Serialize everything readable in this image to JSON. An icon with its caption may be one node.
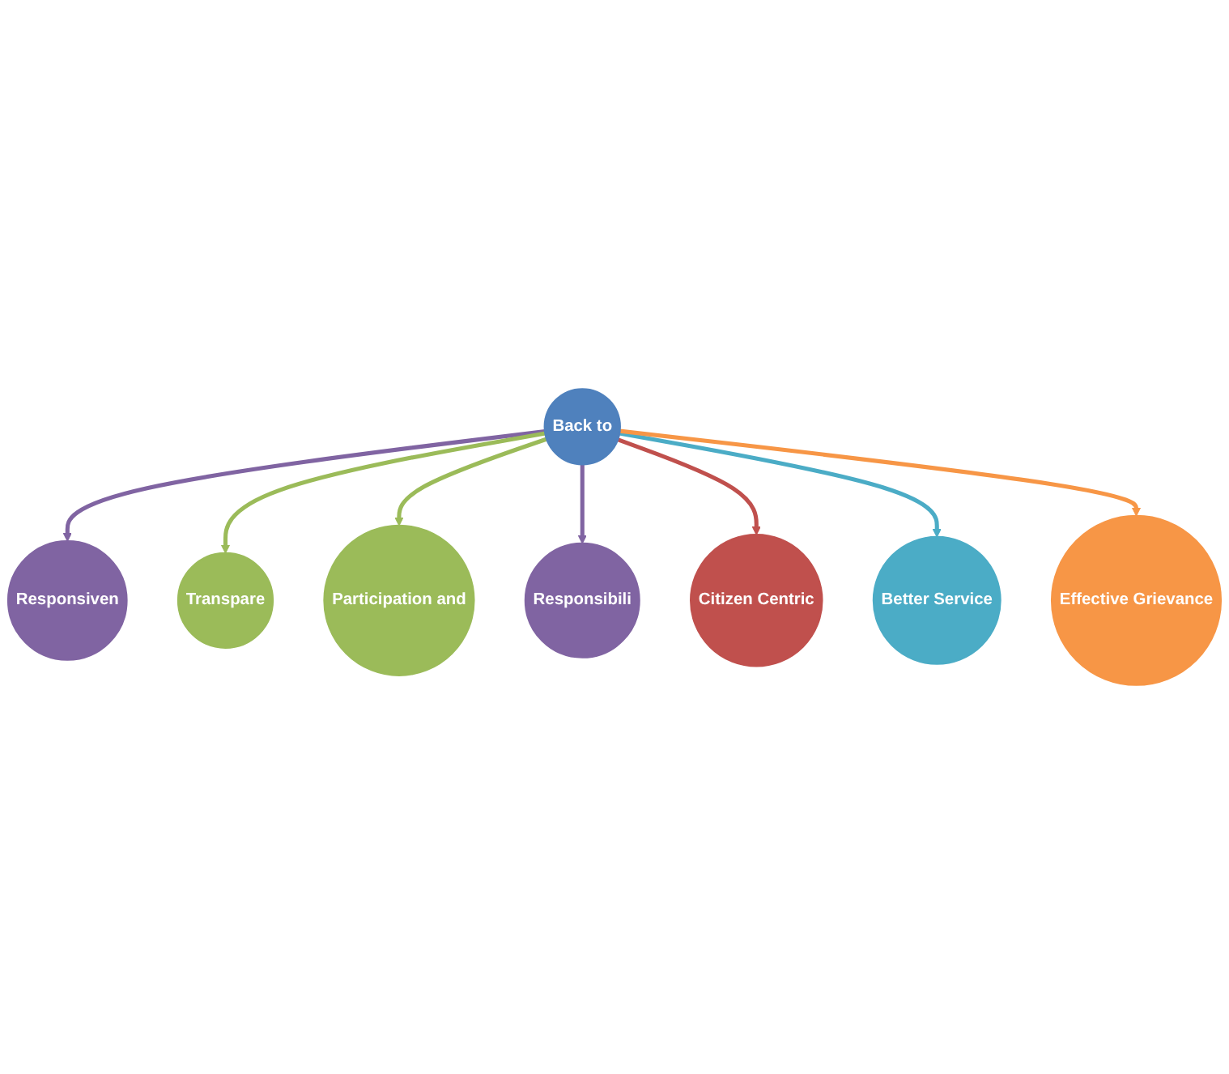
{
  "diagram": {
    "nodes": [
      {
        "text": [
          "Responsiven"
        ]
      },
      {
        "text": [
          "Transpare"
        ]
      },
      {
        "text": [
          "Participation and"
        ]
      },
      {
        "text": [
          "Back to"
        ]
      },
      {
        "text": [
          "Responsibili"
        ]
      },
      {
        "text": [
          "Citizen Centric"
        ]
      },
      {
        "text": [
          "Better Service"
        ]
      },
      {
        "text": [
          "Effective Grievance"
        ]
      }
    ],
    "edges": [
      {
        "from": 3,
        "to": 0,
        "arrow": "to",
        "color": "#8064a2"
      },
      {
        "from": 3,
        "to": 1,
        "arrow": "to",
        "color": "#9bbb59"
      },
      {
        "from": 3,
        "to": 2,
        "arrow": "to",
        "color": "#9bbb59"
      },
      {
        "from": 3,
        "to": 4,
        "arrow": "to",
        "color": "#8064a2"
      },
      {
        "from": 3,
        "to": 5,
        "arrow": "to",
        "color": "#c0504d"
      },
      {
        "from": 3,
        "to": 6,
        "arrow": "to",
        "color": "#4bacc6"
      },
      {
        "from": 3,
        "to": 7,
        "arrow": "to",
        "color": "#f79646"
      }
    ]
  }
}
